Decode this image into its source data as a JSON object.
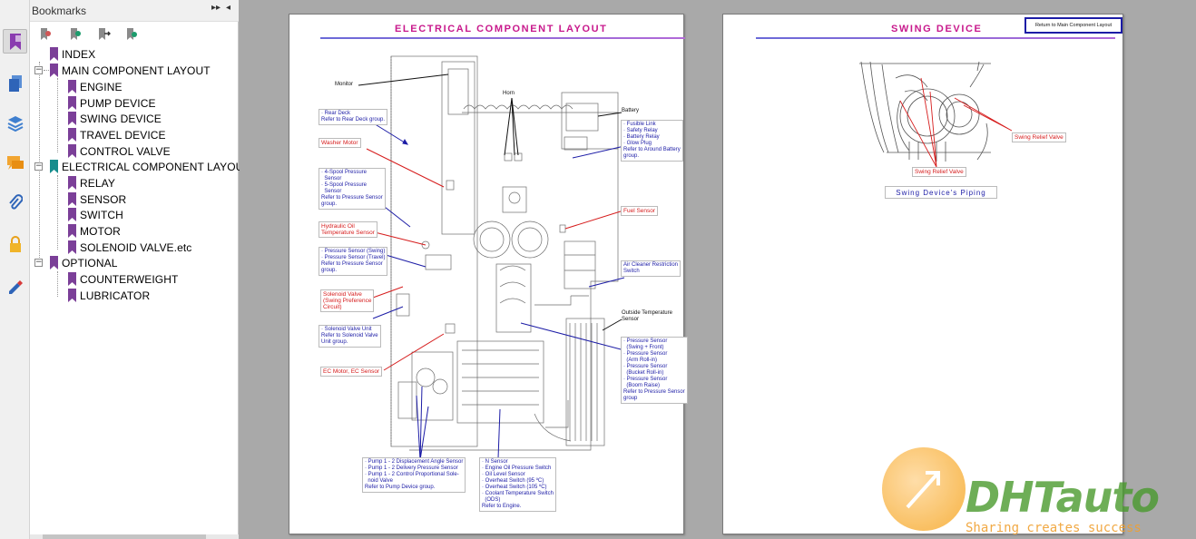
{
  "panel": {
    "title": "Bookmarks",
    "collapse_glyph": "▸▸",
    "close_glyph": "◂"
  },
  "rail": {
    "icons": [
      "bookmarks-icon",
      "pages-icon",
      "layers-icon",
      "comments-icon",
      "attachments-icon",
      "security-icon",
      "signatures-icon"
    ]
  },
  "bookmark_tools": [
    "expand-bookmark-icon",
    "new-bookmark-icon",
    "go-to-bookmark-icon",
    "bookmark-options-icon"
  ],
  "bookmarks": {
    "index": "INDEX",
    "main": "MAIN COMPONENT LAYOUT",
    "engine": "ENGINE",
    "pump": "PUMP DEVICE",
    "swing": "SWING DEVICE",
    "travel": "TRAVEL DEVICE",
    "control": "CONTROL VALVE",
    "electrical": "ELECTRICAL COMPONENT LAYOUT",
    "relay": "RELAY",
    "sensor": "SENSOR",
    "switch": "SWITCH",
    "motor": "MOTOR",
    "solenoid": "SOLENOID VALVE.etc",
    "optional": "OPTIONAL",
    "counterweight": "COUNTERWEIGHT",
    "lubricator": "LUBRICATOR"
  },
  "page1": {
    "title": "ELECTRICAL COMPONENT LAYOUT",
    "labels": {
      "monitor": "Monitor",
      "horn": "Horn",
      "battery": "Battery",
      "rear_deck": "· Rear Deck\nRefer to Rear Deck group.",
      "washer_motor": "Washer Motor",
      "spool": "· 4-Spool Pressure\n  Sensor\n· 5-Spool Pressure\n  Sensor\nRefer to Pressure Sensor\ngroup.",
      "hydraulic_oil": "Hydraulic Oil\nTemperature Sensor",
      "pressure_swing": "· Pressure Sensor (Swing)\n· Pressure Sensor (Travel)\nRefer to Pressure Sensor\ngroup.",
      "solenoid_valve": "Solenoid Valve\n(Swing Preference\nCircuit)",
      "solenoid_unit": "· Solenoid Valve Unit\nRefer to Solenoid Valve\nUnit group.",
      "ec_motor": "EC Motor, EC Sensor",
      "fusible": "· Fusible Link\n· Safety Relay\n· Battery Relay\n· Glow Plug\nRefer to Around Battery\ngroup.",
      "fuel_sensor": "Fuel Sensor",
      "air_cleaner": "Air Cleaner Restriction\nSwitch",
      "outside_temp": "Outside Temperature\nSensor",
      "pressure_front": "· Pressure Sensor\n  (Swing + Front)\n· Pressure Sensor\n  (Arm Roll-in)\n· Pressure Sensor\n  (Bucket Roll-in)\n· Pressure Sensor\n  (Boom Raise)\nRefer to Pressure Sensor\ngroup",
      "pump_sensors": "· Pump 1 - 2 Displacement Angle Sensor\n· Pump 1 - 2 Delivery Pressure Sensor\n· Pump 1 - 2 Control Proportional Sole-\n  noid Valve\nRefer to Pump Device group.",
      "engine_sensors": "· N Sensor\n· Engine Oil Pressure Switch\n· Oil Level Sensor\n· Overheat Switch (95 ºC)\n· Overheat Switch (105 ºC)\n· Coolant Temperature Switch\n  (ODS)\nRefer to Engine."
    }
  },
  "page2": {
    "title": "SWING DEVICE",
    "return_link": "Return to Main Component Layout",
    "relief_left": "Swing Relief Valve",
    "relief_right": "Swing Relief Valve",
    "piping_link": "Swing Device's Piping"
  },
  "watermark": {
    "brand": "DHTauto",
    "tagline": "Sharing creates success"
  },
  "colors": {
    "accent_title": "#c8198c",
    "callout_red": "#d61c1c",
    "callout_blue": "#1c1ca6",
    "bookmark_purple": "#7b3f98",
    "bookmark_teal": "#168c8c"
  }
}
